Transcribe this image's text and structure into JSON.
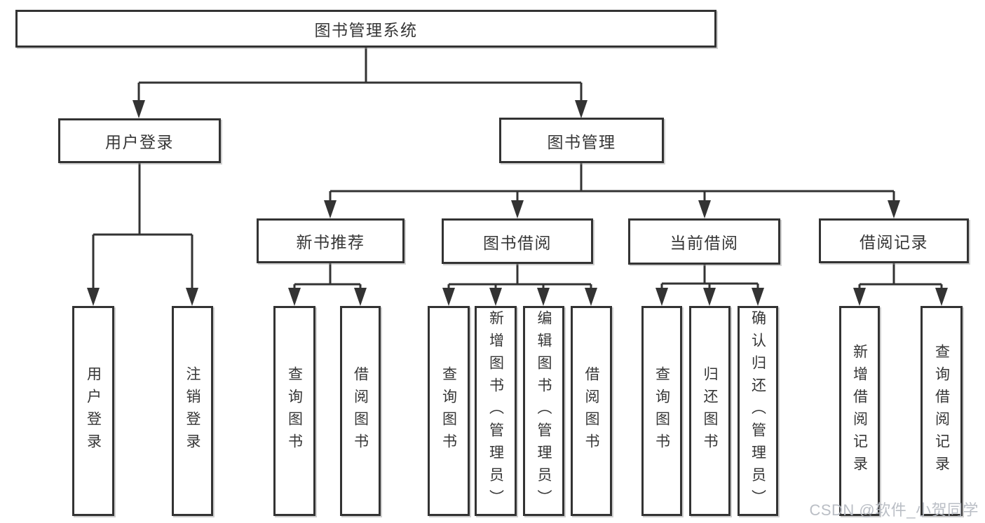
{
  "diagram": {
    "root": {
      "label": "图书管理系统"
    },
    "level1": [
      {
        "label": "用户登录"
      },
      {
        "label": "图书管理"
      }
    ],
    "level2": [
      {
        "label": "新书推荐"
      },
      {
        "label": "图书借阅"
      },
      {
        "label": "当前借阅"
      },
      {
        "label": "借阅记录"
      }
    ],
    "leaves": {
      "user_login": [
        "用户登录",
        "注销登录"
      ],
      "new_book": [
        "查询图书",
        "借阅图书"
      ],
      "borrow": [
        "查询图书",
        "新增图书（管理员）",
        "编辑图书（管理员）",
        "借阅图书"
      ],
      "current": [
        "查询图书",
        "归还图书",
        "确认归还（管理员）"
      ],
      "records": [
        "新增借阅记录",
        "查询借阅记录"
      ]
    }
  },
  "watermark": "CSDN @软件_小贺同学",
  "colors": {
    "line": "#333333",
    "text": "#363636",
    "watermark": "#b6bbc2",
    "background": "#ffffff"
  }
}
